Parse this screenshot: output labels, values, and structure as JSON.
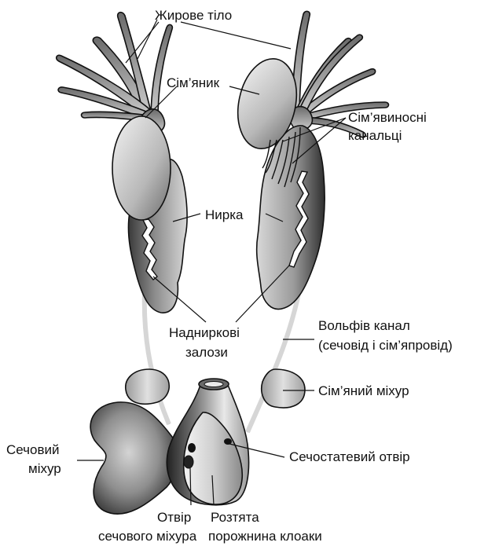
{
  "labels": {
    "fat_body": "Жирове тіло",
    "testis": "Сім’яник",
    "efferent_ducts": [
      "Сім’явиносні",
      "канальці"
    ],
    "kidney": "Нирка",
    "adrenal": [
      "Надниркові",
      "залози"
    ],
    "wolffian_duct": [
      "Вольфів канал",
      "(сечовід і сім’япровід)"
    ],
    "seminal_vesicle": "Сім’яний міхур",
    "urinary_bladder": [
      "Сечовий",
      "міхур"
    ],
    "urogenital_opening": "Сечостатевий отвір",
    "bladder_opening": [
      "Отвір",
      "сечового міхура"
    ],
    "cloaca": [
      "Розтята",
      "порожнина клоаки"
    ]
  }
}
